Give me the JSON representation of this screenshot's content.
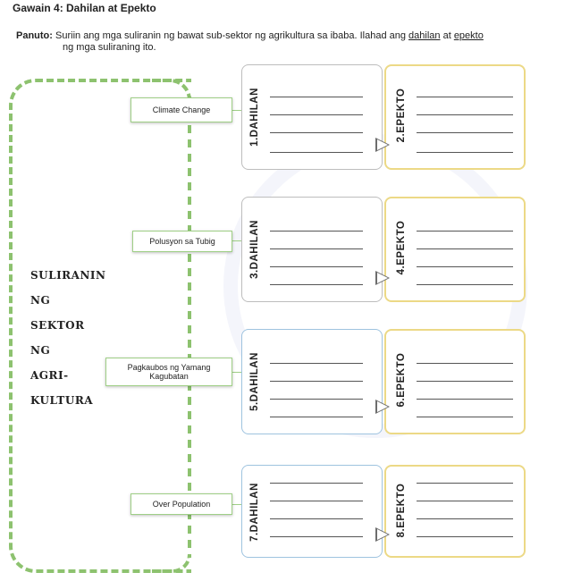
{
  "title": "Gawain 4: Dahilan at Epekto",
  "instructions": {
    "prefix": "Panuto:",
    "line1": " Suriin ang mga suliranin ng bawat sub-sektor ng agrikultura sa ibaba. Ilahad ang ",
    "word_dahilan": "dahilan",
    "word_at": " at ",
    "word_epekto": "epekto",
    "line2": "ng mga suliraning ito."
  },
  "side_label": [
    "SULIRANIN",
    "NG",
    "SEKTOR",
    "NG",
    "AGRI-",
    "KULTURA"
  ],
  "rows": [
    {
      "topic": "Climate Change",
      "cause_label": "1.DAHILAN",
      "effect_label": "2.EPEKTO"
    },
    {
      "topic": "Polusyon sa Tubig",
      "cause_label": "3.DAHILAN",
      "effect_label": "4.EPEKTO"
    },
    {
      "topic": "Pagkaubos ng Yamang Kagubatan",
      "cause_label": "5.DAHILAN",
      "effect_label": "6.EPEKTO"
    },
    {
      "topic": "Over Population",
      "cause_label": "7.DAHILAN",
      "effect_label": "8.EPEKTO"
    }
  ]
}
